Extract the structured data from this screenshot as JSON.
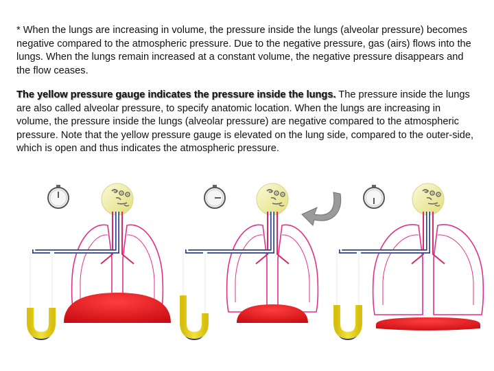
{
  "text": {
    "paragraph1": "* When the lungs are increasing in volume, the pressure inside the lungs (alveolar pressure) becomes negative compared to the atmospheric pressure. Due to the negative pressure, gas (airs) flows into the lungs. When the lungs remain increased at a constant volume, the negative pressure disappears and the flow ceases.",
    "paragraph2_bold": "The yellow pressure gauge indicates the pressure inside the lungs.",
    "paragraph2_rest": " The pressure inside the lungs are also called alveolar pressure, to specify anatomic location. When the lungs are increasing in volume, the pressure inside the lungs (alveolar pressure) are negative compared to the atmospheric pressure. Note that the yellow pressure gauge is elevated on the lung side, compared to the outer-side, which is open and thus indicates the atmospheric pressure."
  },
  "colors": {
    "gauge_fluid": "#e8d21e",
    "diaphragm": "#e3121a",
    "lung_outline": "#e0308a",
    "airway": "#2b3f8a",
    "head": "#f3f0a6"
  },
  "icons": [
    "stopwatch-icon",
    "face-icon",
    "curved-arrow-icon"
  ]
}
